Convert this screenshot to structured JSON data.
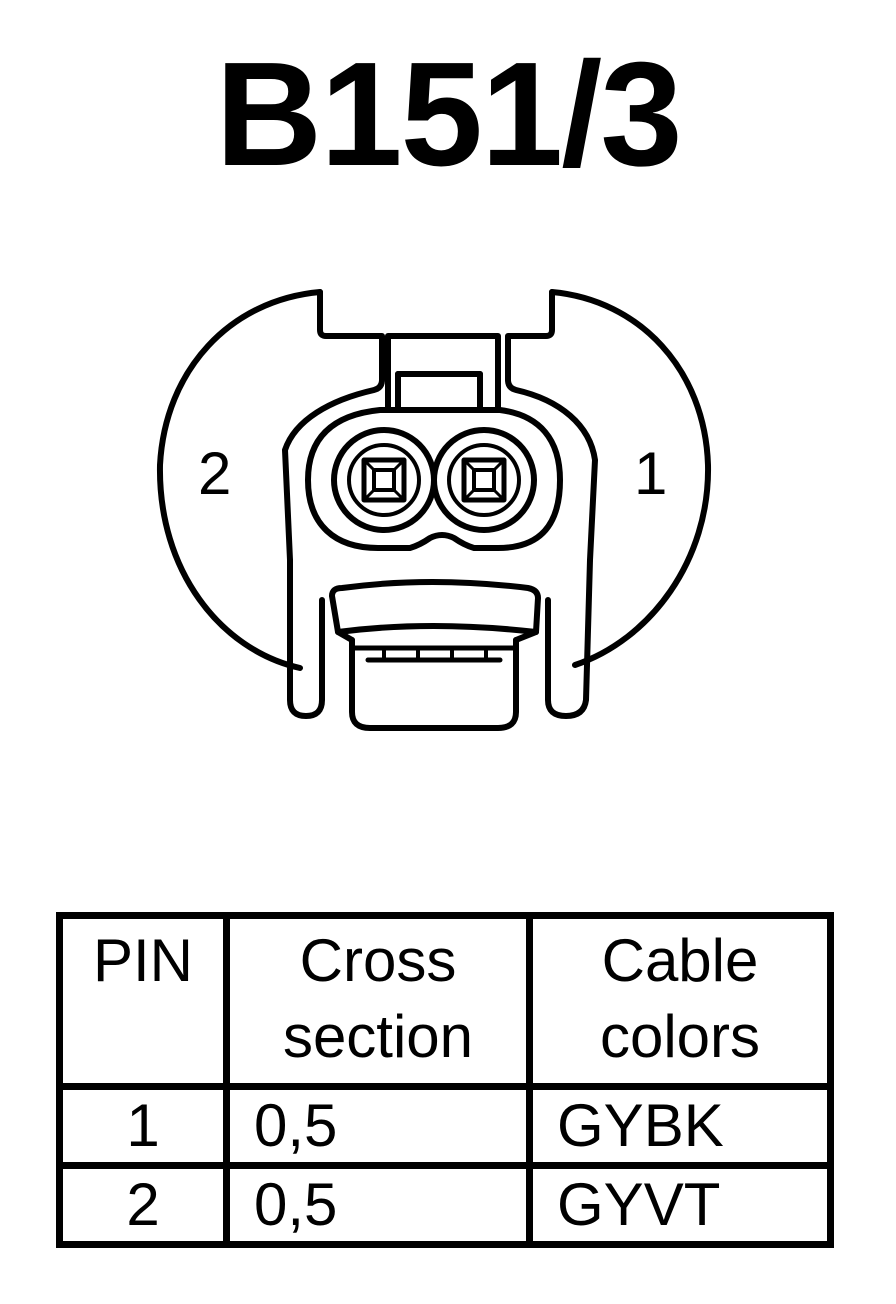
{
  "connector": {
    "id": "B151/3",
    "pin_labels": {
      "left": "2",
      "right": "1"
    }
  },
  "table": {
    "headers": {
      "pin": "PIN",
      "cross_line1": "Cross",
      "cross_line2": "section",
      "colors_line1": "Cable",
      "colors_line2": "colors"
    },
    "rows": [
      {
        "pin": "1",
        "cross_section": "0,5",
        "color": "GYBK"
      },
      {
        "pin": "2",
        "cross_section": "0,5",
        "color": "GYVT"
      }
    ]
  }
}
